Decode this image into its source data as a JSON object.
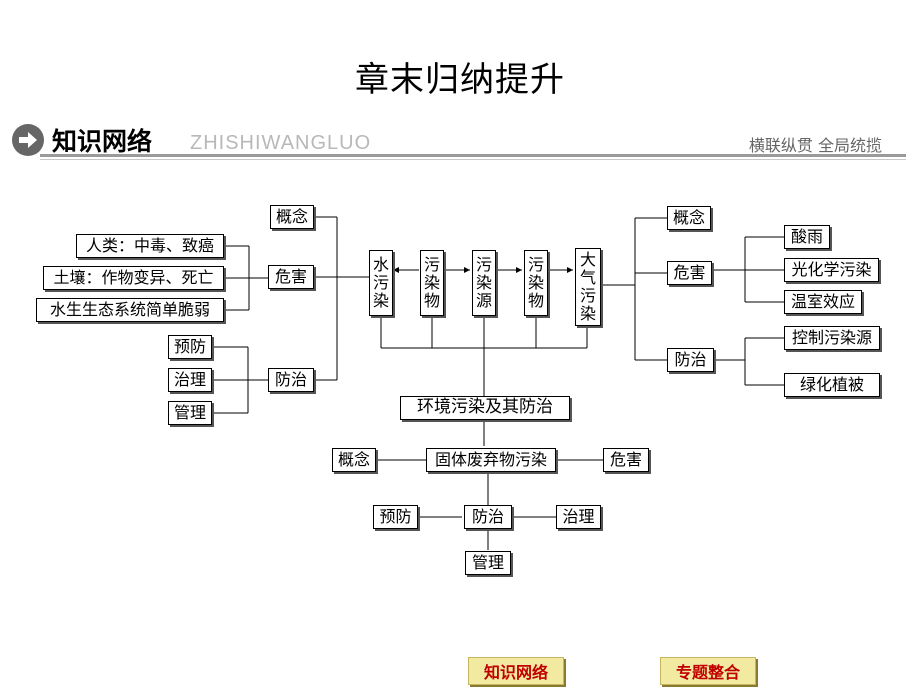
{
  "title": "章末归纳提升",
  "section": {
    "title": "知识网络",
    "pinyin": "ZHISHIWANGLUO",
    "right": "横联纵贯  全局统揽"
  },
  "diagram": {
    "center_top": [
      "水污染",
      "污染物",
      "污染源",
      "污染物",
      "大气污染"
    ],
    "hub": "环境污染及其防治",
    "water": {
      "concept": "概念",
      "harm": "危害",
      "control": "防治",
      "harm_items": [
        "人类：中毒、致癌",
        "土壤：作物变异、死亡",
        "水生生态系统简单脆弱"
      ],
      "control_items": [
        "预防",
        "治理",
        "管理"
      ]
    },
    "air": {
      "concept": "概念",
      "harm": "危害",
      "control": "防治",
      "harm_items": [
        "酸雨",
        "光化学污染",
        "温室效应"
      ],
      "control_items": [
        "控制污染源",
        "绿化植被"
      ]
    },
    "solid": {
      "name": "固体废弃物污染",
      "concept": "概念",
      "harm": "危害",
      "control": "防治",
      "control_items": [
        "预防",
        "治理",
        "管理"
      ]
    }
  },
  "footer": {
    "btn1": "知识网络",
    "btn2": "专题整合"
  }
}
